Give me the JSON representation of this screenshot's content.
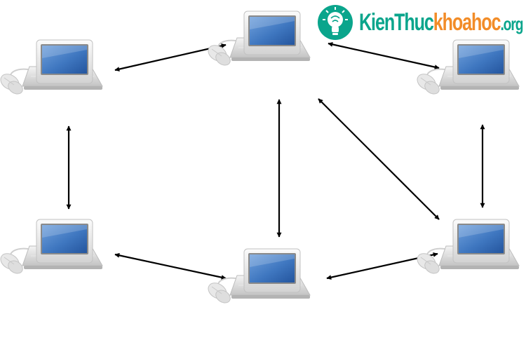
{
  "logo": {
    "part1": "KienThuc",
    "part2": "khoahoc",
    "part3": ".org",
    "icon": "lightbulb-brain-icon",
    "colors": {
      "teal": "#0aa58c",
      "orange": "#f28c28"
    }
  },
  "colors": {
    "screen": "#3f77c0",
    "screen_dark": "#24559e",
    "case": "#e6e6e6",
    "case_shadow": "#bdbdbd",
    "arrow": "#000000"
  },
  "nodes": [
    {
      "id": "pc-top-left",
      "label": ""
    },
    {
      "id": "pc-top-center",
      "label": ""
    },
    {
      "id": "pc-top-right",
      "label": ""
    },
    {
      "id": "pc-bottom-left",
      "label": ""
    },
    {
      "id": "pc-bottom-center",
      "label": ""
    },
    {
      "id": "pc-bottom-right",
      "label": ""
    }
  ],
  "edges": [
    {
      "from": "pc-top-left",
      "to": "pc-top-center",
      "bidirectional": true
    },
    {
      "from": "pc-top-center",
      "to": "pc-top-right",
      "bidirectional": true
    },
    {
      "from": "pc-top-left",
      "to": "pc-bottom-left",
      "bidirectional": true
    },
    {
      "from": "pc-top-center",
      "to": "pc-bottom-center",
      "bidirectional": true
    },
    {
      "from": "pc-top-center",
      "to": "pc-bottom-right",
      "bidirectional": true
    },
    {
      "from": "pc-top-right",
      "to": "pc-bottom-right",
      "bidirectional": true
    },
    {
      "from": "pc-bottom-left",
      "to": "pc-bottom-center",
      "bidirectional": true
    },
    {
      "from": "pc-bottom-center",
      "to": "pc-bottom-right",
      "bidirectional": true
    }
  ]
}
